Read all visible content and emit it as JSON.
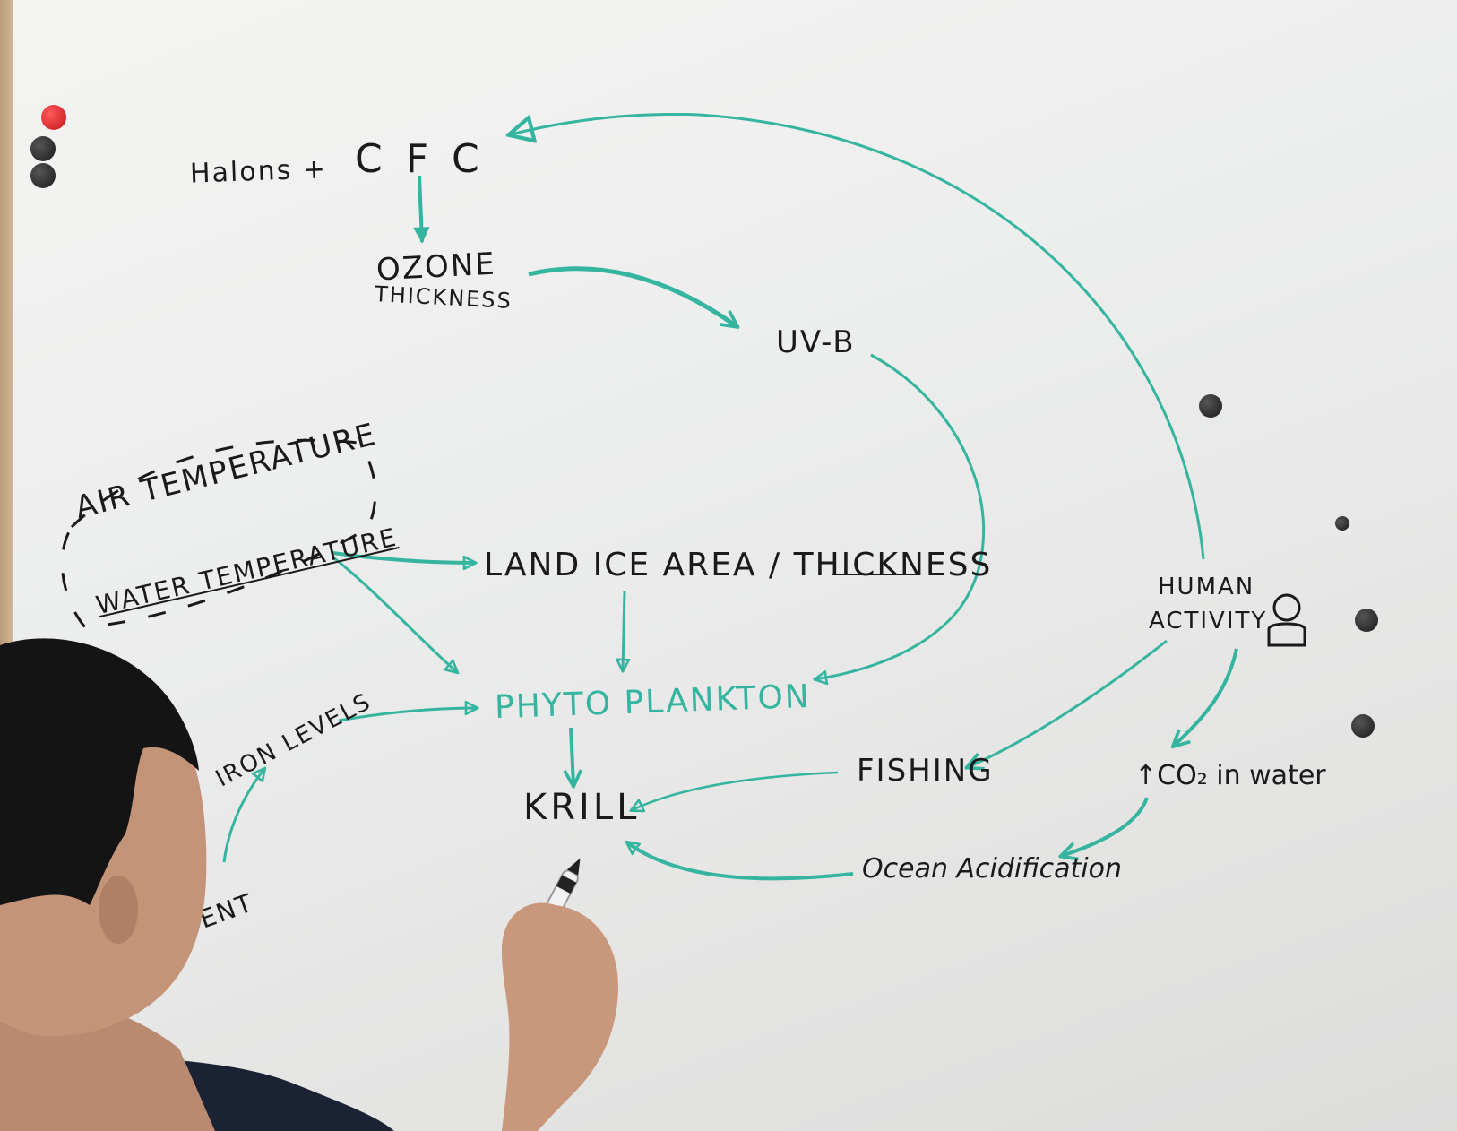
{
  "diagram": {
    "nodes": {
      "halons": "Halons +",
      "cfc": "C F C",
      "ozone_line1": "OZONE",
      "ozone_line2": "THICKNESS",
      "uvb": "UV-B",
      "air_temperature": "AIR TEMPERATURE",
      "water_temperature": "WATER TEMPERATURE",
      "land_ice": "LAND  ICE   AREA / THICKNESS",
      "phytoplankton": "PHYTO  PLANKTON",
      "iron_levels": "IRON  LEVELS",
      "krill": "KRILL",
      "fishing": "FISHING",
      "human_line1": "HUMAN",
      "human_line2": "ACTIVITY",
      "co2": "↑CO₂ in water",
      "ocean_acid": "Ocean Acidification",
      "partial_word": "ENT"
    }
  },
  "colors": {
    "ink_black": "#1a1a1a",
    "ink_green": "#35b5a0",
    "magnet_red": "#d0262a",
    "magnet_black": "#262626"
  },
  "icons": {
    "person": "person-outline-icon",
    "marker": "whiteboard-marker"
  }
}
